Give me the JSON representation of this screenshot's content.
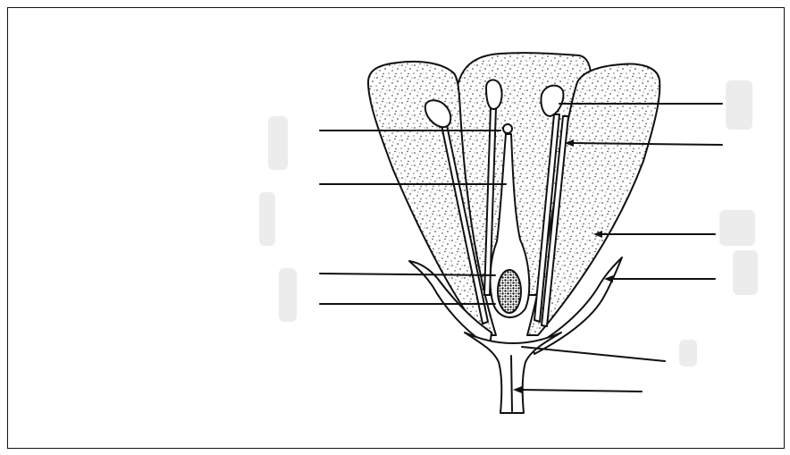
{
  "diagram": {
    "structure": "flower-longitudinal-section",
    "label_lines": [
      {
        "id": "left-1",
        "text": ""
      },
      {
        "id": "left-2",
        "text": ""
      },
      {
        "id": "left-3",
        "text": ""
      },
      {
        "id": "left-4",
        "text": ""
      },
      {
        "id": "right-1",
        "text": ""
      },
      {
        "id": "right-2",
        "text": ""
      },
      {
        "id": "right-3",
        "text": ""
      },
      {
        "id": "right-4",
        "text": ""
      },
      {
        "id": "right-5",
        "text": ""
      },
      {
        "id": "right-6",
        "text": ""
      }
    ]
  },
  "colors": {
    "ink": "#111111",
    "paper": "#ffffff",
    "border": "#111111"
  }
}
